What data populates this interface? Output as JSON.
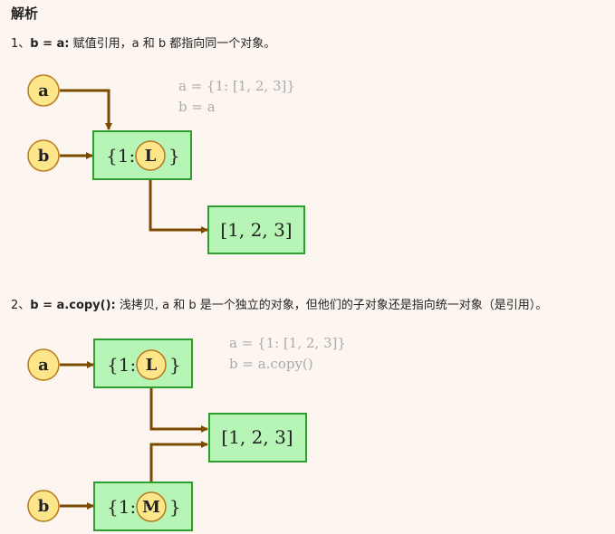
{
  "heading": "解析",
  "section1": {
    "prefix": "1、",
    "code": "b = a:",
    "text": " 赋值引用，a 和 b 都指向同一个对象。",
    "code_lines": [
      "a = {1: [1, 2, 3]}",
      "b = a"
    ],
    "var_a": "a",
    "var_b": "b",
    "dict_open": "{1:",
    "dict_close": "}",
    "dict_ref": "L",
    "list": "[1, 2, 3]"
  },
  "section2": {
    "prefix": "2、",
    "code": "b = a.copy():",
    "text": " 浅拷贝, a 和 b 是一个独立的对象，但他们的子对象还是指向统一对象（是引用）。",
    "code_lines": [
      "a = {1: [1, 2, 3]}",
      "b = a.copy()"
    ],
    "var_a": "a",
    "var_b": "b",
    "dict_a_open": "{1:",
    "dict_a_close": "}",
    "dict_a_ref": "L",
    "dict_b_open": "{1:",
    "dict_b_close": "}",
    "dict_b_ref": "M",
    "list": "[1, 2, 3]"
  },
  "colors": {
    "arrow": "#7a4a00",
    "box_fill": "#b6f5b6",
    "box_stroke": "#2e9e2e",
    "node_fill": "#fde68a",
    "node_stroke": "#b7791f",
    "code_text": "#aaaaaa"
  }
}
